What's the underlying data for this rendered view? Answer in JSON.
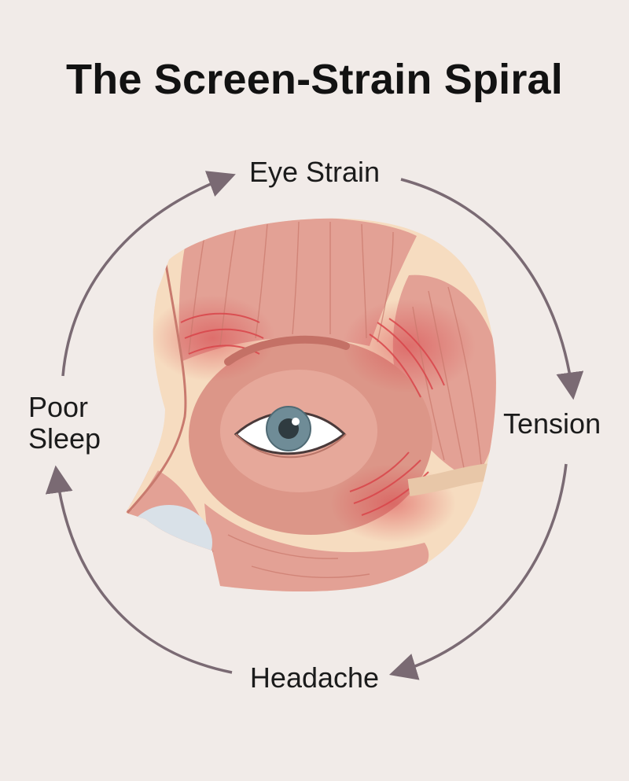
{
  "title": "The Screen-Strain Spiral",
  "cycle": {
    "top": "Eye Strain",
    "right": "Tension",
    "bottom": "Headache",
    "left_line1": "Poor",
    "left_line2": "Sleep"
  },
  "colors": {
    "background": "#f1ebe8",
    "arrow": "#7a6a73",
    "muscle": "#e3a195",
    "strain": "#d9454a",
    "skin": "#f6dcc0",
    "iris": "#6f8c97"
  },
  "icons": {
    "center": "eye-muscle-anatomy-illustration"
  }
}
